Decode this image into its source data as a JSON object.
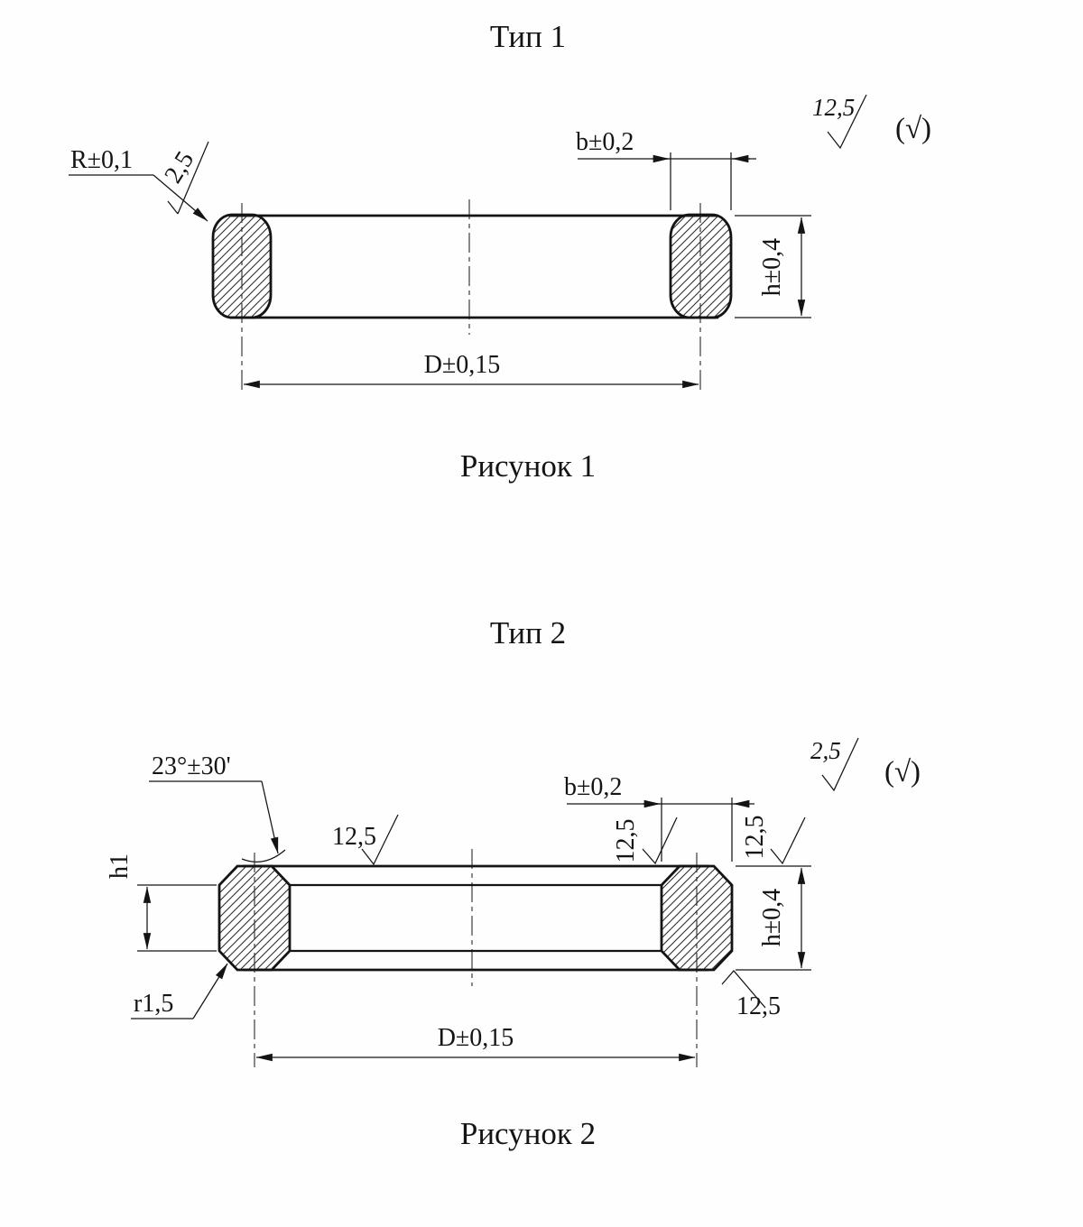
{
  "figure1": {
    "title": "Тип 1",
    "caption": "Рисунок 1",
    "roughness_value": "12,5",
    "roughness_rest": "(√)",
    "dim_radius": "R±0,1",
    "dim_chamfer": "2,5",
    "dim_width": "b±0,2",
    "dim_height": "h±0,4",
    "dim_diameter": "D±0,15"
  },
  "figure2": {
    "title": "Тип 2",
    "caption": "Рисунок 2",
    "roughness_value": "2,5",
    "roughness_rest": "(√)",
    "dim_angle": "23°±30'",
    "dim_h1": "h1",
    "roughness_top": "12,5",
    "roughness_side_left": "12,5",
    "roughness_side_right": "12,5",
    "roughness_bottom": "12,5",
    "dim_width": "b±0,2",
    "dim_height": "h±0,4",
    "dim_radius": "r1,5",
    "dim_diameter": "D±0,15"
  }
}
